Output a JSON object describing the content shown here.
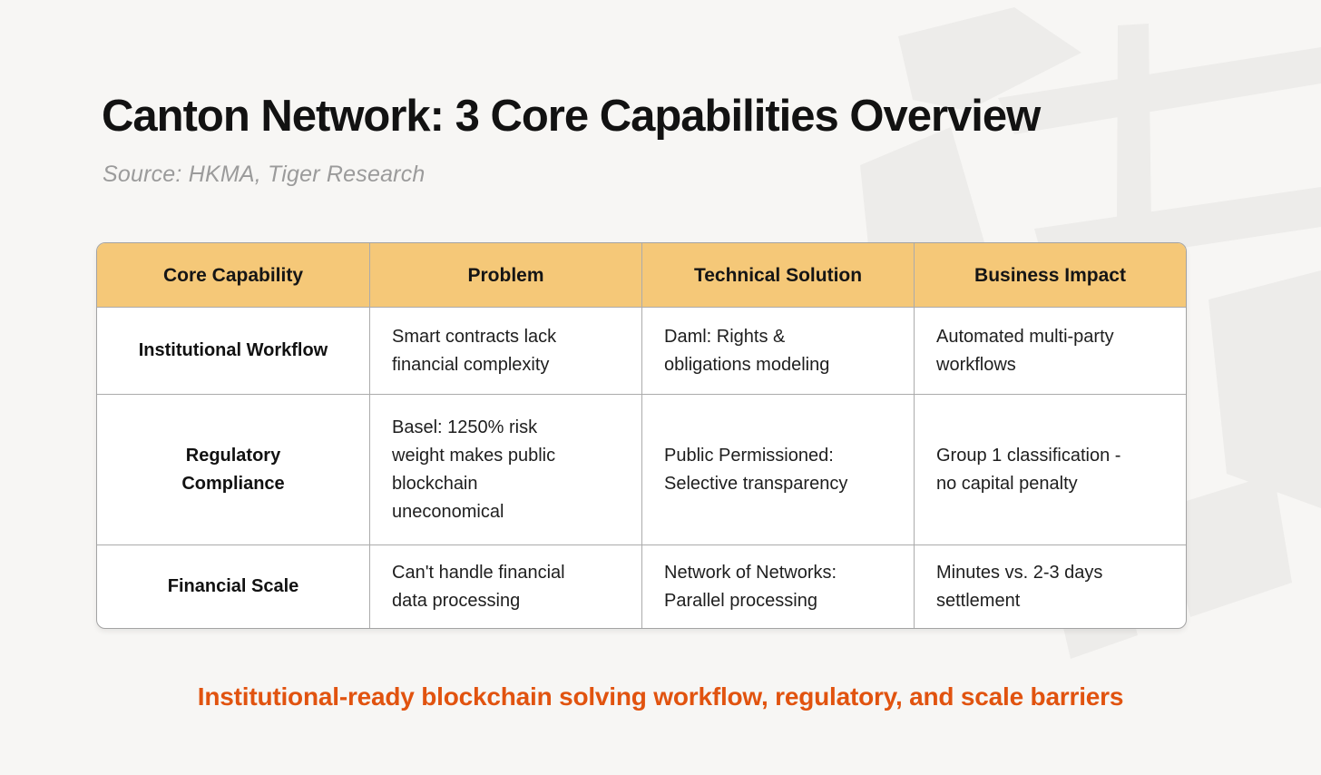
{
  "page": {
    "title": "Canton Network: 3 Core Capabilities Overview",
    "source_line": "Source: HKMA, Tiger Research",
    "footer_note": "Institutional-ready blockchain solving workflow, regulatory, and scale barriers"
  },
  "colors": {
    "background": "#F7F6F4",
    "header_bg": "#F5C878",
    "table_border": "#A3A3A3",
    "accent_orange": "#E1530F",
    "subtitle_gray": "#9B9B9B",
    "watermark_gray": "#EDECEA"
  },
  "table": {
    "headers": [
      "Core Capability",
      "Problem",
      "Technical Solution",
      "Business Impact"
    ],
    "rows": [
      {
        "capability": "Institutional Workflow",
        "problem": "Smart contracts lack\nfinancial complexity",
        "solution": "Daml: Rights &\nobligations modeling",
        "impact": "Automated multi-party\nworkflows"
      },
      {
        "capability": "Regulatory\nCompliance",
        "problem": "Basel: 1250% risk\nweight makes public\nblockchain\nuneconomical",
        "solution": "Public Permissioned:\nSelective transparency",
        "impact": "Group 1 classification -\nno capital penalty"
      },
      {
        "capability": "Financial Scale",
        "problem": "Can't handle financial\ndata processing",
        "solution": "Network of Networks:\nParallel processing",
        "impact": "Minutes vs. 2-3 days\nsettlement"
      }
    ]
  },
  "chart_data": {
    "type": "table",
    "title": "Canton Network: 3 Core Capabilities Overview",
    "subtitle": "Source: HKMA, Tiger Research",
    "columns": [
      "Core Capability",
      "Problem",
      "Technical Solution",
      "Business Impact"
    ],
    "rows": [
      [
        "Institutional Workflow",
        "Smart contracts lack financial complexity",
        "Daml: Rights & obligations modeling",
        "Automated multi-party workflows"
      ],
      [
        "Regulatory Compliance",
        "Basel: 1250% risk weight makes public blockchain uneconomical",
        "Public Permissioned: Selective transparency",
        "Group 1 classification - no capital penalty"
      ],
      [
        "Financial Scale",
        "Can't handle financial data processing",
        "Network of Networks: Parallel processing",
        "Minutes vs. 2-3 days settlement"
      ]
    ],
    "note": "Institutional-ready blockchain solving workflow, regulatory, and scale barriers"
  }
}
